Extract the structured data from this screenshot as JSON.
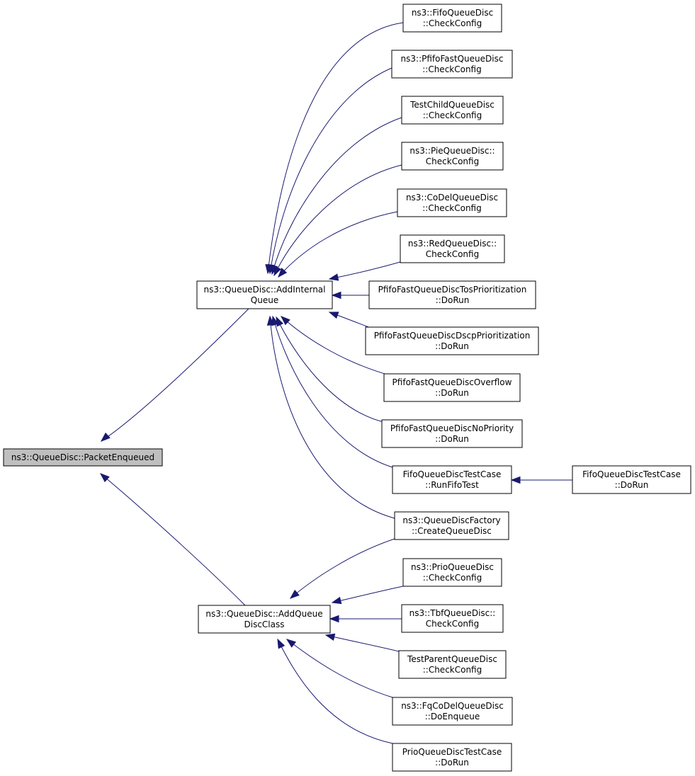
{
  "graph": {
    "colors": {
      "edge": "#191970",
      "node_fill": "#ffffff",
      "focus_fill": "#bfbfbf",
      "node_stroke": "#000000"
    },
    "nodes": {
      "packet_enqueued": {
        "lines": [
          "ns3::QueueDisc::PacketEnqueued"
        ],
        "focus": true
      },
      "add_internal_queue": {
        "lines": [
          "ns3::QueueDisc::AddInternal",
          "Queue"
        ]
      },
      "add_queue_disc_class": {
        "lines": [
          "ns3::QueueDisc::AddQueue",
          "DiscClass"
        ]
      },
      "fifo_check_config": {
        "lines": [
          "ns3::FifoQueueDisc",
          "::CheckConfig"
        ]
      },
      "pfifo_fast_check_config": {
        "lines": [
          "ns3::PfifoFastQueueDisc",
          "::CheckConfig"
        ]
      },
      "test_child_check_config": {
        "lines": [
          "TestChildQueueDisc",
          "::CheckConfig"
        ]
      },
      "pie_check_config": {
        "lines": [
          "ns3::PieQueueDisc::",
          "CheckConfig"
        ]
      },
      "codel_check_config": {
        "lines": [
          "ns3::CoDelQueueDisc",
          "::CheckConfig"
        ]
      },
      "red_check_config": {
        "lines": [
          "ns3::RedQueueDisc::",
          "CheckConfig"
        ]
      },
      "pfifo_tos_do_run": {
        "lines": [
          "PfifoFastQueueDiscTosPrioritization",
          "::DoRun"
        ]
      },
      "pfifo_dscp_do_run": {
        "lines": [
          "PfifoFastQueueDiscDscpPrioritization",
          "::DoRun"
        ]
      },
      "pfifo_overflow_do_run": {
        "lines": [
          "PfifoFastQueueDiscOverflow",
          "::DoRun"
        ]
      },
      "pfifo_no_priority_do_run": {
        "lines": [
          "PfifoFastQueueDiscNoPriority",
          "::DoRun"
        ]
      },
      "fifo_test_run_fifo_test": {
        "lines": [
          "FifoQueueDiscTestCase",
          "::RunFifoTest"
        ]
      },
      "fifo_test_do_run": {
        "lines": [
          "FifoQueueDiscTestCase",
          "::DoRun"
        ]
      },
      "factory_create_queue_disc": {
        "lines": [
          "ns3::QueueDiscFactory",
          "::CreateQueueDisc"
        ]
      },
      "prio_check_config": {
        "lines": [
          "ns3::PrioQueueDisc",
          "::CheckConfig"
        ]
      },
      "tbf_check_config": {
        "lines": [
          "ns3::TbfQueueDisc::",
          "CheckConfig"
        ]
      },
      "test_parent_check_config": {
        "lines": [
          "TestParentQueueDisc",
          "::CheckConfig"
        ]
      },
      "fq_codel_do_enqueue": {
        "lines": [
          "ns3::FqCoDelQueueDisc",
          "::DoEnqueue"
        ]
      },
      "prio_test_do_run": {
        "lines": [
          "PrioQueueDiscTestCase",
          "::DoRun"
        ]
      }
    },
    "edges": [
      {
        "from": "add_internal_queue",
        "to": "packet_enqueued"
      },
      {
        "from": "add_queue_disc_class",
        "to": "packet_enqueued"
      },
      {
        "from": "fifo_check_config",
        "to": "add_internal_queue"
      },
      {
        "from": "pfifo_fast_check_config",
        "to": "add_internal_queue"
      },
      {
        "from": "test_child_check_config",
        "to": "add_internal_queue"
      },
      {
        "from": "pie_check_config",
        "to": "add_internal_queue"
      },
      {
        "from": "codel_check_config",
        "to": "add_internal_queue"
      },
      {
        "from": "red_check_config",
        "to": "add_internal_queue"
      },
      {
        "from": "pfifo_tos_do_run",
        "to": "add_internal_queue"
      },
      {
        "from": "pfifo_dscp_do_run",
        "to": "add_internal_queue"
      },
      {
        "from": "pfifo_overflow_do_run",
        "to": "add_internal_queue"
      },
      {
        "from": "pfifo_no_priority_do_run",
        "to": "add_internal_queue"
      },
      {
        "from": "fifo_test_run_fifo_test",
        "to": "add_internal_queue"
      },
      {
        "from": "factory_create_queue_disc",
        "to": "add_internal_queue"
      },
      {
        "from": "fifo_test_do_run",
        "to": "fifo_test_run_fifo_test"
      },
      {
        "from": "factory_create_queue_disc",
        "to": "add_queue_disc_class"
      },
      {
        "from": "prio_check_config",
        "to": "add_queue_disc_class"
      },
      {
        "from": "tbf_check_config",
        "to": "add_queue_disc_class"
      },
      {
        "from": "test_parent_check_config",
        "to": "add_queue_disc_class"
      },
      {
        "from": "fq_codel_do_enqueue",
        "to": "add_queue_disc_class"
      },
      {
        "from": "prio_test_do_run",
        "to": "add_queue_disc_class"
      }
    ]
  }
}
